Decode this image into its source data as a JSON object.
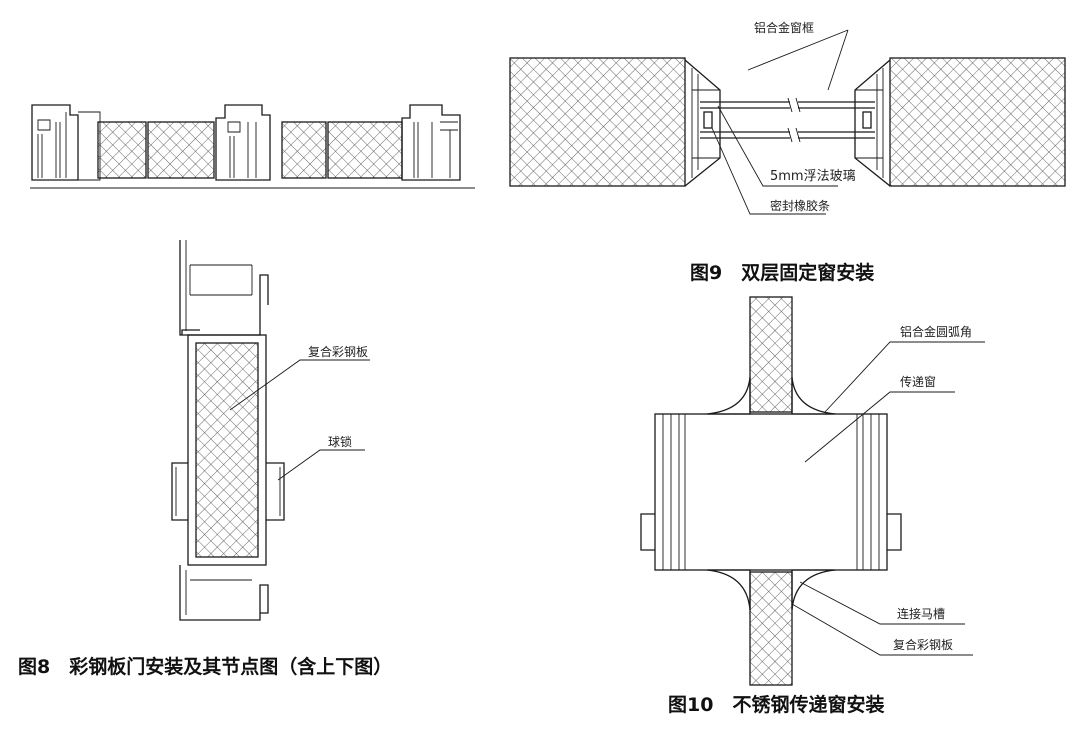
{
  "fig8": {
    "caption": "图8　彩钢板门安装及其节点图（含上下图）",
    "labels": {
      "composite_panel": "复合彩钢板",
      "ball_lock": "球锁"
    }
  },
  "fig9": {
    "caption": "图9　双层固定窗安装",
    "labels": {
      "aluminum_frame": "铝合金窗框",
      "float_glass": "5mm浮法玻璃",
      "rubber_seal": "密封橡胶条"
    }
  },
  "fig10": {
    "caption": "图10　不锈钢传递窗安装",
    "labels": {
      "aluminum_corner": "铝合金圆弧角",
      "pass_box": "传递窗",
      "connector_channel": "连接马槽",
      "composite_panel": "复合彩钢板"
    }
  }
}
